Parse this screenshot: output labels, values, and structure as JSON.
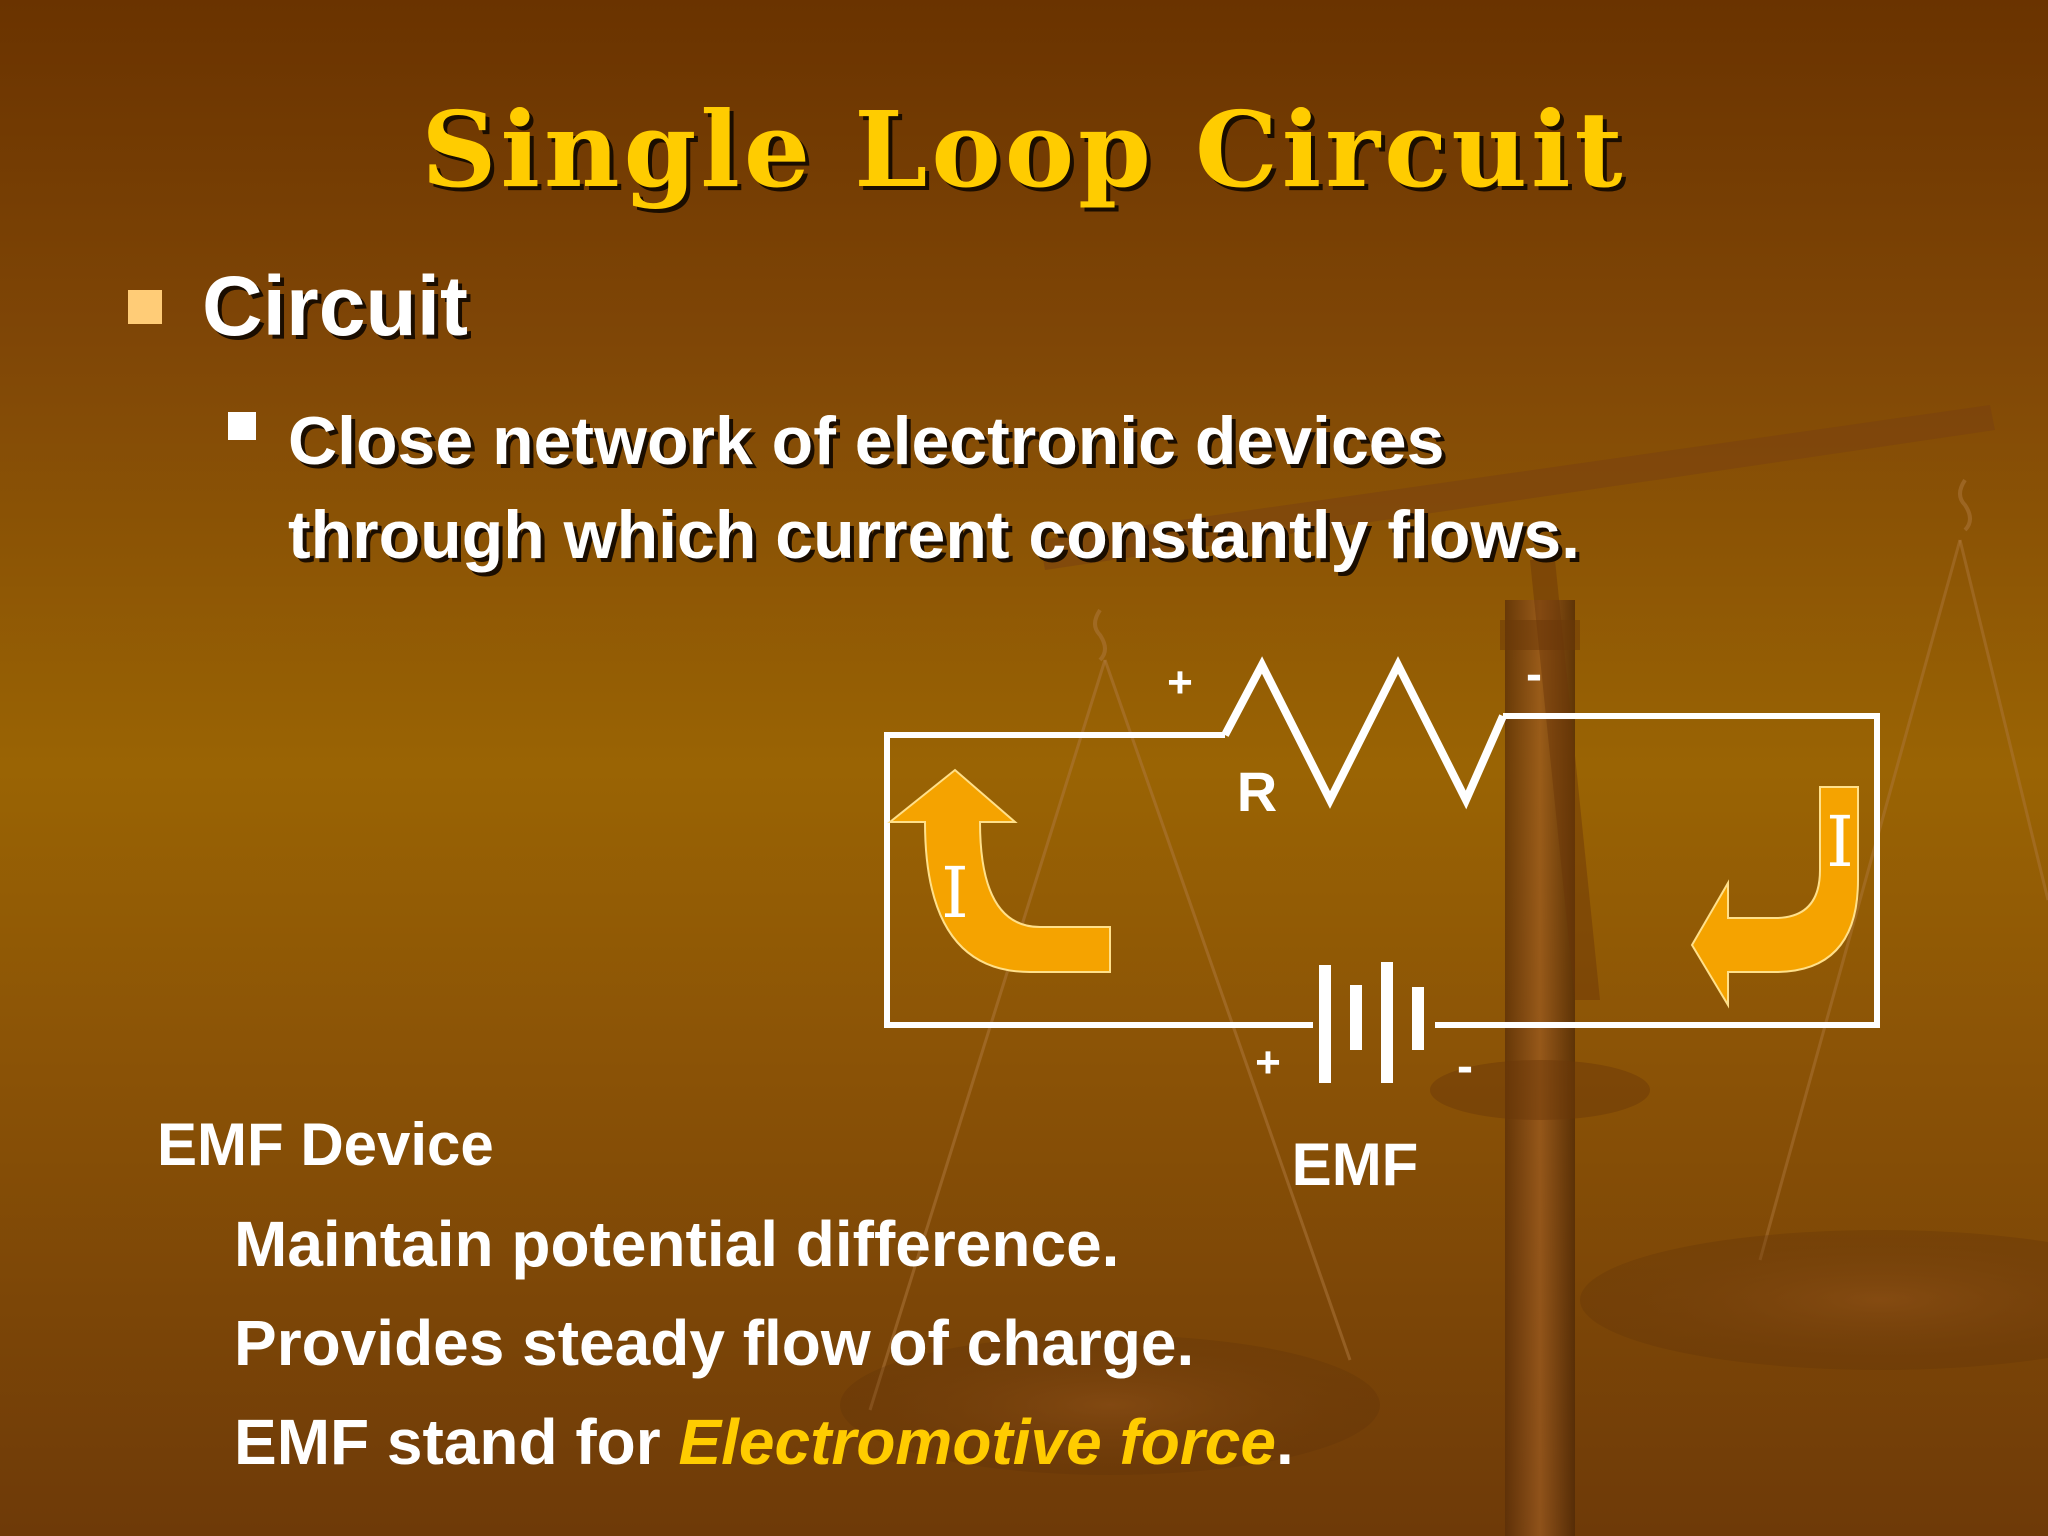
{
  "slide": {
    "title": "Single Loop Circuit",
    "bullet": "Circuit",
    "sub_bullet_line1": "Close network of electronic devices",
    "sub_bullet_line2": "through which current constantly flows."
  },
  "diagram": {
    "resistor_label": "R",
    "resistor_plus": "+",
    "resistor_minus": "-",
    "battery_plus": "+",
    "battery_minus": "-",
    "battery_label": "EMF",
    "current_left": "I",
    "current_right": "I"
  },
  "emf_device": {
    "heading": "EMF Device",
    "line1": "Maintain potential difference.",
    "line2": "Provides steady flow of charge.",
    "line3_prefix": "EMF stand for ",
    "line3_accent": "Electromotive force",
    "line3_suffix": "."
  },
  "colors": {
    "title": "#ffcc00",
    "accent": "#ffcc00",
    "arrow_fill": "#f5a300",
    "wire": "#ffffff",
    "bullet_primary": "#ffcc77"
  }
}
